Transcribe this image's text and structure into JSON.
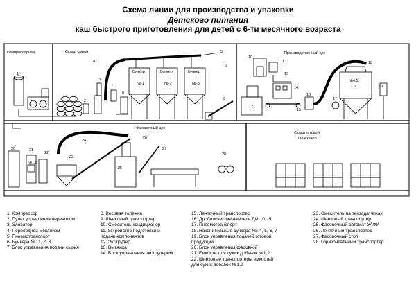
{
  "header": {
    "line1": "Схема линии для производства и упаковки",
    "line2": "Детского питания",
    "line3": "каш быстрого приготовления для детей с 6-ти месячного возраста"
  },
  "areas": {
    "compressor": "Компрессорная",
    "raw_store": "Склад сырья",
    "production": "Производственный цех",
    "packing": "Фасовочный цех",
    "finished_store_1": "Склад готовой",
    "finished_store_2": "продукции"
  },
  "bunkers": [
    {
      "name": "Бункер",
      "num": "№-1"
    },
    {
      "name": "Бункер",
      "num": "№-2"
    },
    {
      "name": "Бункер",
      "num": "№-3"
    }
  ],
  "tank_label": "№1,2",
  "tank_label2": "№4,5,",
  "tank_label3": "6",
  "bin_label": "№1,2",
  "callouts": [
    "1",
    "2",
    "3",
    "4",
    "5",
    "6",
    "7",
    "8",
    "9",
    "10",
    "11",
    "12",
    "13",
    "14",
    "15",
    "16",
    "17",
    "18",
    "19",
    "20",
    "21",
    "22",
    "23",
    "24",
    "25",
    "26",
    "27",
    "28"
  ],
  "legend": {
    "col1": [
      "1. Компрессор",
      "2. Пульт управления переводом",
      "3. Элеватор",
      "4. Переводной механизм",
      "5. Пневмотранспорт",
      "6. Бункера №: 1, 2, 3",
      "7. Блок управления подачи сырья"
    ],
    "col2": [
      "8. Весовая тележка",
      "9. Шнековый транспортер",
      "10. Смеситель кондиционер",
      "11. Устройство подготовки и",
      "подачи компонентов",
      "12. Экструдер",
      "13. Вытяжка",
      "14. Блок управления экструдером"
    ],
    "col3": [
      "15. Ленточный транспортер",
      "16. Дробилка-измельчитель ДИ-101-5",
      "17. Пневмотранспорт",
      "18. Накопительные бункера №: 4, 5, 6, 7",
      "19. Блок управления подачей готовой",
      "продукции",
      "20. Блок управления фасовкой",
      "21. Емкости для сухих добавок №1,2",
      "22. Шнековые транспортеры емкостей",
      "для сухих добавок №1,2"
    ],
    "col4": [
      "23. Смеситель на тензодатчиках",
      "24. Шнековый транспортер",
      "25. Фасовочный автомат УАФУ",
      "26. Ленточный транспортер",
      "27. Фасовочный стол",
      "28. Горизонтальный транспортер"
    ]
  }
}
